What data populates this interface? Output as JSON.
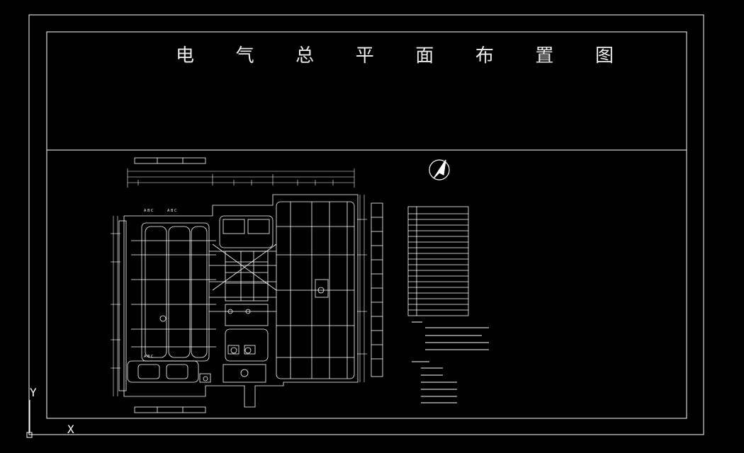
{
  "drawing": {
    "title_chars": [
      "电",
      "气",
      "总",
      "平",
      "面",
      "布",
      "置",
      "图"
    ],
    "ucs_x": "X",
    "ucs_y": "Y",
    "abc_labels": [
      "A B C",
      "A B C",
      "A B C"
    ],
    "colors": {
      "background": "#000000",
      "lines": "#ffffff"
    }
  }
}
